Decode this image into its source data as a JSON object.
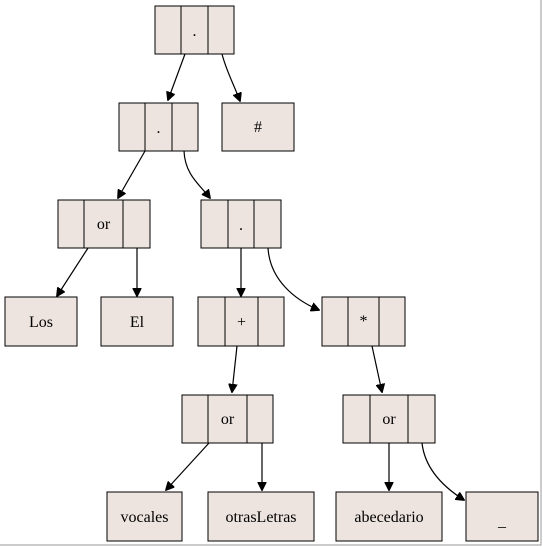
{
  "colors": {
    "node_fill": "#ede4df",
    "stroke": "#000000",
    "background": "#ffffff"
  },
  "nodes": {
    "root_concat": {
      "label": "."
    },
    "hash": {
      "label": "#"
    },
    "concat_left": {
      "label": "."
    },
    "or_los_el": {
      "label": "or"
    },
    "los": {
      "label": "Los"
    },
    "el": {
      "label": "El"
    },
    "concat_right": {
      "label": "."
    },
    "plus": {
      "label": "+"
    },
    "star": {
      "label": "*"
    },
    "or_vocales": {
      "label": "or"
    },
    "or_abc": {
      "label": "or"
    },
    "vocales": {
      "label": "vocales"
    },
    "otras_letras": {
      "label": "otrasLetras"
    },
    "abecedario": {
      "label": "abecedario"
    },
    "underscore": {
      "label": "_"
    }
  },
  "edges": [
    {
      "from": "root_concat",
      "to": "concat_left"
    },
    {
      "from": "root_concat",
      "to": "hash"
    },
    {
      "from": "concat_left",
      "to": "or_los_el"
    },
    {
      "from": "concat_left",
      "to": "concat_right"
    },
    {
      "from": "or_los_el",
      "to": "los"
    },
    {
      "from": "or_los_el",
      "to": "el"
    },
    {
      "from": "concat_right",
      "to": "plus"
    },
    {
      "from": "concat_right",
      "to": "star"
    },
    {
      "from": "plus",
      "to": "or_vocales"
    },
    {
      "from": "or_vocales",
      "to": "vocales"
    },
    {
      "from": "or_vocales",
      "to": "otras_letras"
    },
    {
      "from": "star",
      "to": "or_abc"
    },
    {
      "from": "or_abc",
      "to": "abecedario"
    },
    {
      "from": "or_abc",
      "to": "underscore"
    }
  ]
}
